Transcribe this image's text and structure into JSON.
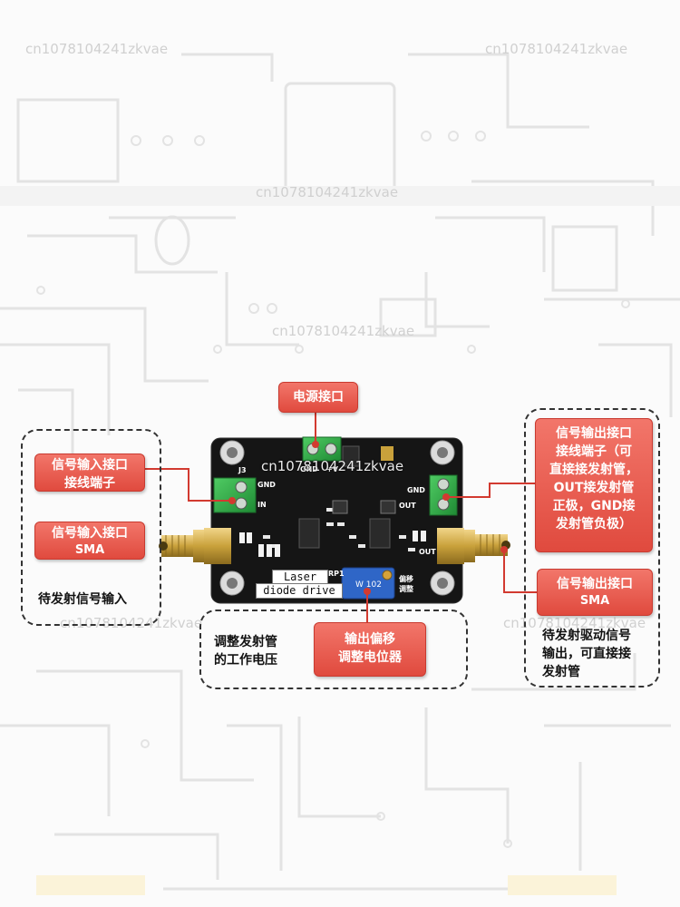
{
  "watermark": "cn1078104241zkvae",
  "board": {
    "label_top": "Laser",
    "label_bottom": "diode drive",
    "pot_label": "W 102",
    "silk_bias_1": "偏移",
    "silk_bias_2": "调整",
    "silk_j3": "J3",
    "silk_gnd_left": "GND",
    "silk_in": "IN",
    "silk_gnd_top": "GND",
    "silk_vplus": "+V",
    "silk_out_right": "OUT",
    "silk_gnd_right": "GND",
    "silk_out_bottom": "OUT",
    "silk_rp1": "RP1"
  },
  "callouts": {
    "power": "电源接口",
    "input_terminal_1": "信号输入接口",
    "input_terminal_2": "接线端子",
    "input_sma_1": "信号输入接口",
    "input_sma_2": "SMA",
    "output_terminal_1": "信号输出接口",
    "output_terminal_2": "接线端子（可",
    "output_terminal_3": "直接接发射管，",
    "output_terminal_4": "OUT接发射管",
    "output_terminal_5": "正极，GND接",
    "output_terminal_6": "发射管负极）",
    "output_sma_1": "信号输出接口",
    "output_sma_2": "SMA",
    "bias_pot_1": "输出偏移",
    "bias_pot_2": "调整电位器"
  },
  "notes": {
    "input": "待发射信号输入",
    "bias_1": "调整发射管",
    "bias_2": "的工作电压",
    "output_1": "待发射驱动信号",
    "output_2": "输出，可直接接",
    "output_3": "发射管"
  },
  "colors": {
    "callout": "#e65447",
    "pcb": "#151515",
    "terminal": "#2fae45",
    "sma_gold": "#c9a13b",
    "pot": "#2f66c7"
  }
}
